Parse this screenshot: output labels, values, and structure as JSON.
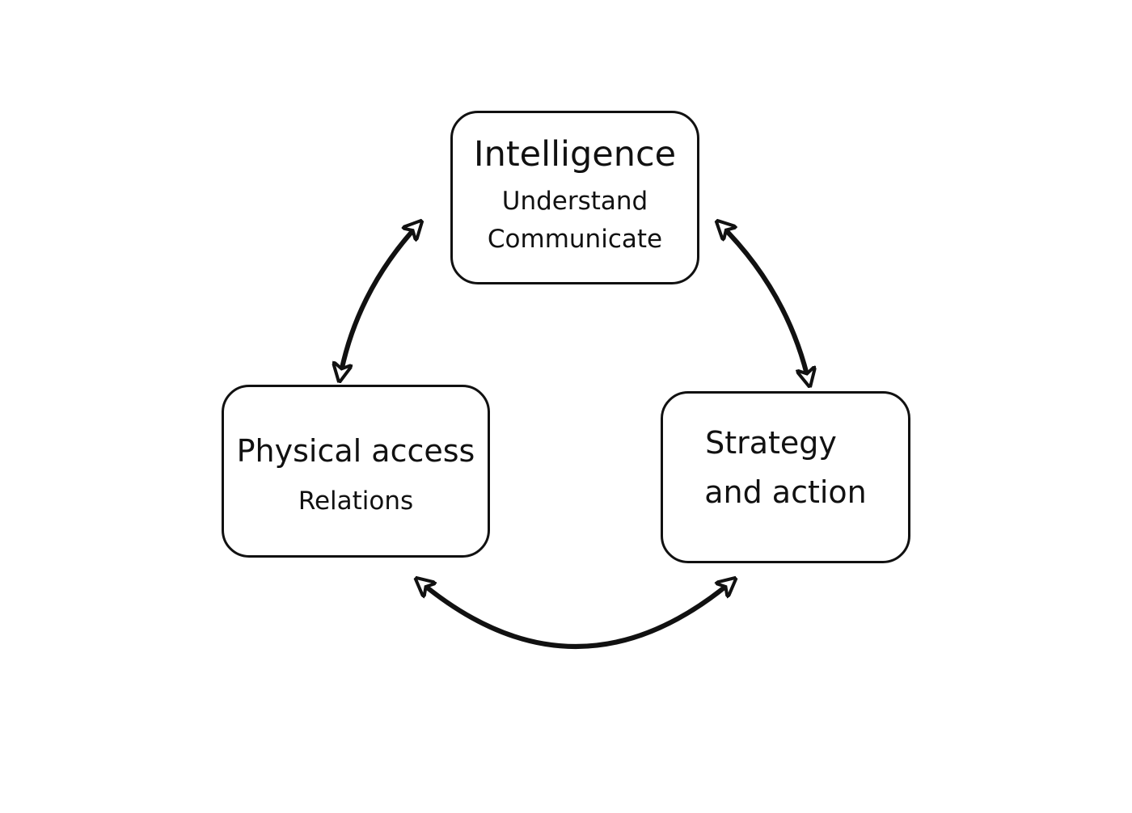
{
  "diagram": {
    "nodes": {
      "intelligence": {
        "title": "Intelligence",
        "line1": "Understand",
        "line2": "Communicate"
      },
      "physical": {
        "title": "Physical access",
        "line1": "Relations"
      },
      "strategy": {
        "title_line1": "Strategy",
        "title_line2": "and action"
      }
    },
    "edges": [
      {
        "from": "intelligence",
        "to": "physical",
        "arrowheads": "both"
      },
      {
        "from": "intelligence",
        "to": "strategy",
        "arrowheads": "both"
      },
      {
        "from": "physical",
        "to": "strategy",
        "arrowheads": "both"
      }
    ]
  },
  "colors": {
    "stroke": "#111111",
    "background": "#ffffff"
  }
}
